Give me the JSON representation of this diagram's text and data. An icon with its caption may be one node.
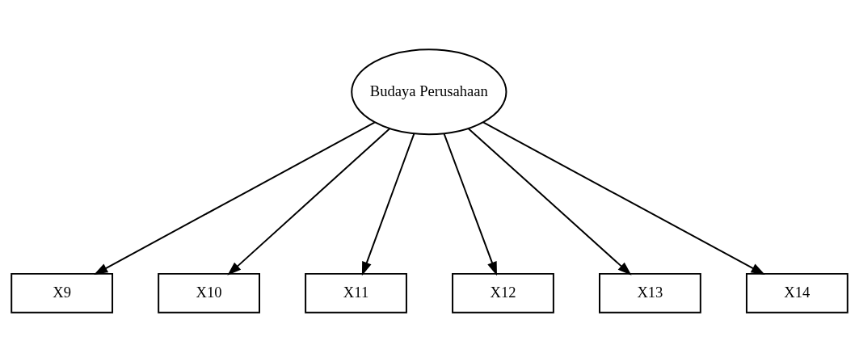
{
  "diagram": {
    "nodes": [
      {
        "text": [
          "Budaya Perusahaan"
        ]
      },
      {
        "text": [
          "X9"
        ]
      },
      {
        "text": [
          "X10"
        ]
      },
      {
        "text": [
          "X11"
        ]
      },
      {
        "text": [
          "X12"
        ]
      },
      {
        "text": [
          "X13"
        ]
      },
      {
        "text": [
          "X14"
        ]
      }
    ],
    "edges": [
      {
        "from": 0,
        "to": 1,
        "arrow": "to"
      },
      {
        "from": 0,
        "to": 2,
        "arrow": "to"
      },
      {
        "from": 0,
        "to": 3,
        "arrow": "to"
      },
      {
        "from": 0,
        "to": 4,
        "arrow": "to"
      },
      {
        "from": 0,
        "to": 5,
        "arrow": "to"
      },
      {
        "from": 0,
        "to": 6,
        "arrow": "to"
      }
    ]
  }
}
